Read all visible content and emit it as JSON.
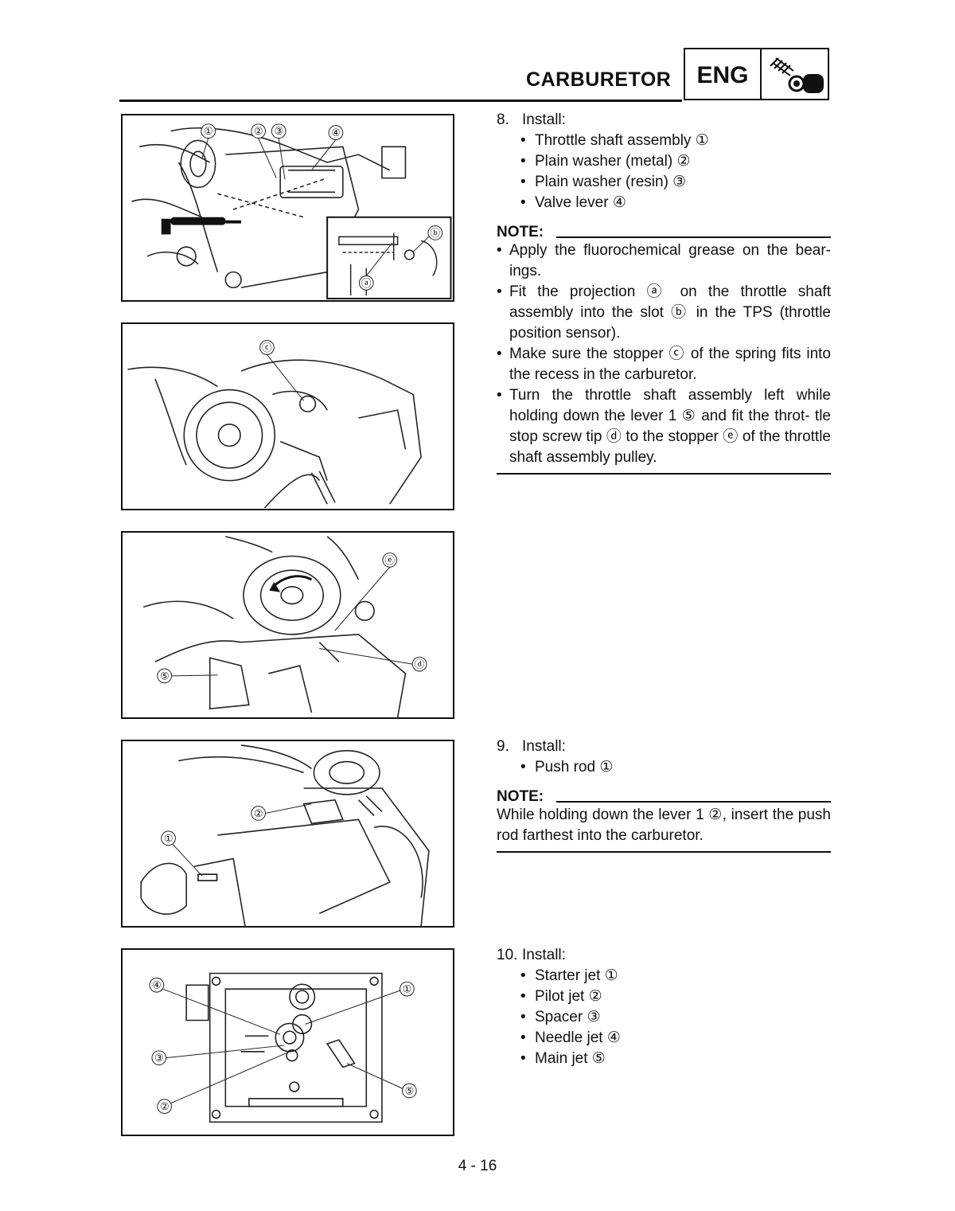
{
  "header": {
    "title": "CARBURETOR",
    "section_label": "ENG",
    "section_icon": "engine-piston-icon"
  },
  "figures": [
    {
      "callouts": [
        "①",
        "②",
        "③",
        "④",
        "ⓐ",
        "ⓑ"
      ]
    },
    {
      "callouts": [
        "ⓒ"
      ]
    },
    {
      "callouts": [
        "ⓔ",
        "ⓓ",
        "⑤"
      ]
    },
    {
      "callouts": [
        "②",
        "①"
      ]
    },
    {
      "callouts": [
        "④",
        "①",
        "③",
        "②",
        "⑤"
      ]
    }
  ],
  "steps": [
    {
      "number": "8.",
      "action": "Install:",
      "items": [
        "Throttle shaft assembly ①",
        "Plain washer (metal) ②",
        "Plain washer (resin) ③",
        "Valve lever ④"
      ],
      "note_label": "NOTE:",
      "note_items": [
        "Apply the fluorochemical grease on the bear- ings.",
        "Fit the projection ⓐ on the throttle shaft assembly into the slot ⓑ in the TPS (throttle position sensor).",
        "Make sure the stopper ⓒ of the spring fits into the recess in the carburetor.",
        "Turn the throttle shaft assembly left while holding down the lever 1 ⑤ and fit the throt- tle stop screw tip ⓓ to the stopper ⓔ of the throttle shaft assembly pulley."
      ]
    },
    {
      "number": "9.",
      "action": "Install:",
      "items": [
        "Push rod ①"
      ],
      "note_label": "NOTE:",
      "note_text": "While holding down the lever 1 ②, insert the push rod farthest into the carburetor."
    },
    {
      "number": "10.",
      "action": "Install:",
      "items": [
        "Starter jet ①",
        "Pilot jet ②",
        "Spacer ③",
        "Needle jet ④",
        "Main jet ⑤"
      ]
    }
  ],
  "footer": {
    "page_number": "4 - 16"
  }
}
